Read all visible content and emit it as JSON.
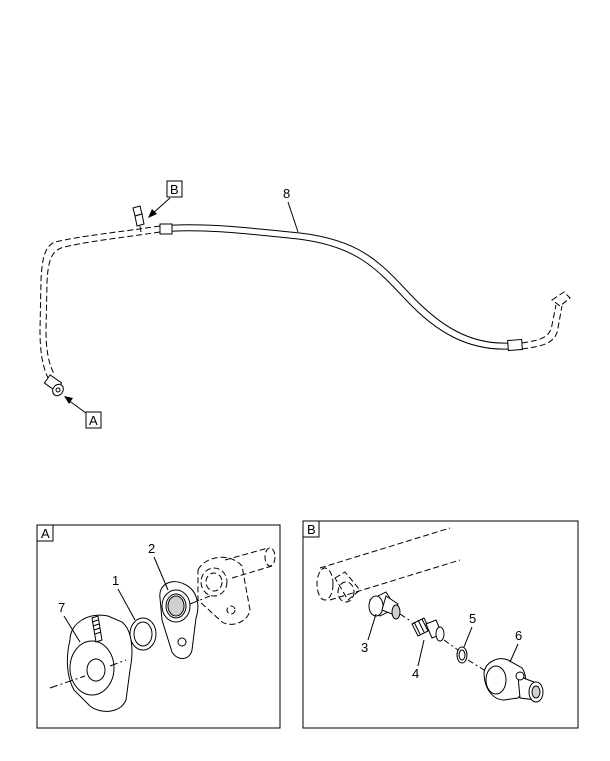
{
  "callouts": {
    "top_view": {
      "hose": "8",
      "detail_a": "A",
      "detail_b": "B"
    },
    "detail_a": {
      "frame_label": "A",
      "parts": [
        "1",
        "2",
        "7"
      ]
    },
    "detail_b": {
      "frame_label": "B",
      "parts": [
        "3",
        "4",
        "5",
        "6"
      ]
    }
  }
}
